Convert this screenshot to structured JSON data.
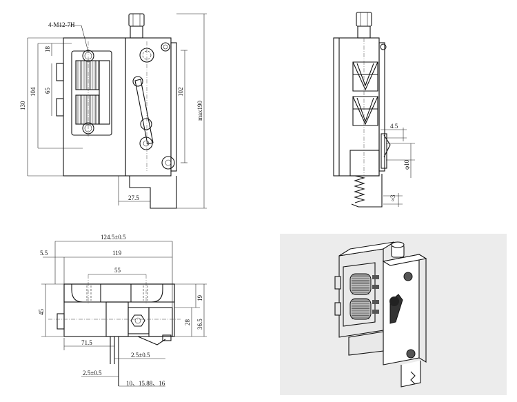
{
  "drawing": {
    "front_view": {
      "thread_callout": "4-M12-7H",
      "dims": {
        "top_offset": "18",
        "upper_pitch": "104",
        "overall_height": "130",
        "pitch_65": "65",
        "lever_pitch": "102",
        "max_height": "max190",
        "bracket_offset": "27.5"
      }
    },
    "side_view": {
      "dims": {
        "gap": "4.5",
        "dia": "φ10",
        "spring": "≈3"
      }
    },
    "top_view": {
      "dims": {
        "overall_width": "124.5±0.5",
        "inner_width": "119",
        "hole_pitch": "55",
        "left_offset": "5.5",
        "depth": "45",
        "top_19": "19",
        "mid_28": "28",
        "right_36": "36.5",
        "offset_71": "71.5",
        "tol_a": "2.5±0.5",
        "tol_b": "2.5±0.5",
        "sizes": "10、15.88、16"
      }
    },
    "photo": {
      "background_color": "#ececec"
    }
  }
}
